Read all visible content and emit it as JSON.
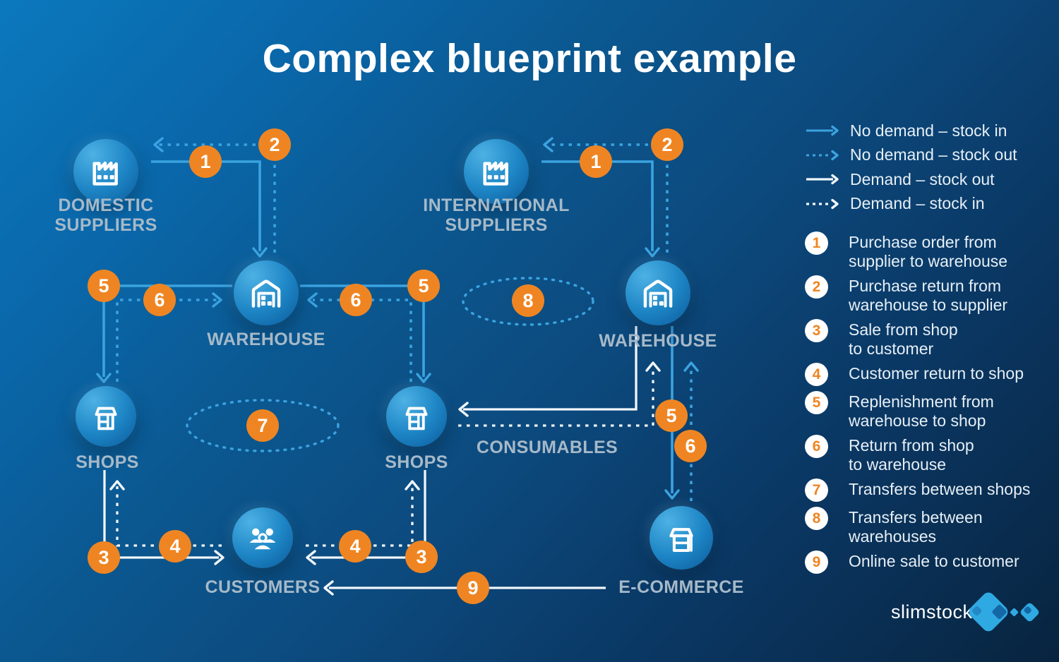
{
  "title": "Complex blueprint example",
  "nodes": {
    "domestic_suppliers": "DOMESTIC SUPPLIERS",
    "international_suppliers": "INTERNATIONAL SUPPLIERS",
    "warehouse_left": "WAREHOUSE",
    "warehouse_right": "WAREHOUSE",
    "shops_left": "SHOPS",
    "shops_right": "SHOPS",
    "customers": "CUSTOMERS",
    "ecommerce": "E-COMMERCE",
    "consumables": "CONSUMABLES"
  },
  "flow_numbers": {
    "n1": "1",
    "n2": "2",
    "n3": "3",
    "n4": "4",
    "n5": "5",
    "n6": "6",
    "n7": "7",
    "n8": "8",
    "n9": "9"
  },
  "legend": {
    "arrows": [
      {
        "style": "solid-blue",
        "label": "No demand – stock in"
      },
      {
        "style": "dashed-blue",
        "label": "No demand – stock out"
      },
      {
        "style": "solid-white",
        "label": "Demand – stock out"
      },
      {
        "style": "dashed-white",
        "label": "Demand – stock in"
      }
    ],
    "items": [
      {
        "num": "1",
        "line1": "Purchase order from",
        "line2": "supplier to warehouse"
      },
      {
        "num": "2",
        "line1": "Purchase return from",
        "line2": "warehouse to supplier"
      },
      {
        "num": "3",
        "line1": "Sale from shop",
        "line2": "to customer"
      },
      {
        "num": "4",
        "line1": "Customer return to shop",
        "line2": ""
      },
      {
        "num": "5",
        "line1": "Replenishment from",
        "line2": "warehouse to shop"
      },
      {
        "num": "6",
        "line1": "Return from shop",
        "line2": "to warehouse"
      },
      {
        "num": "7",
        "line1": "Transfers between shops",
        "line2": ""
      },
      {
        "num": "8",
        "line1": "Transfers between",
        "line2": "warehouses"
      },
      {
        "num": "9",
        "line1": "Online sale to customer",
        "line2": ""
      }
    ]
  },
  "logo": {
    "text": "slimstock"
  },
  "colors": {
    "accent_orange": "#ef8522",
    "line_blue": "#3ba3e0",
    "line_white": "#f0f6fa",
    "node_label": "#a6b9c8",
    "legend_text": "#e6eff6"
  }
}
